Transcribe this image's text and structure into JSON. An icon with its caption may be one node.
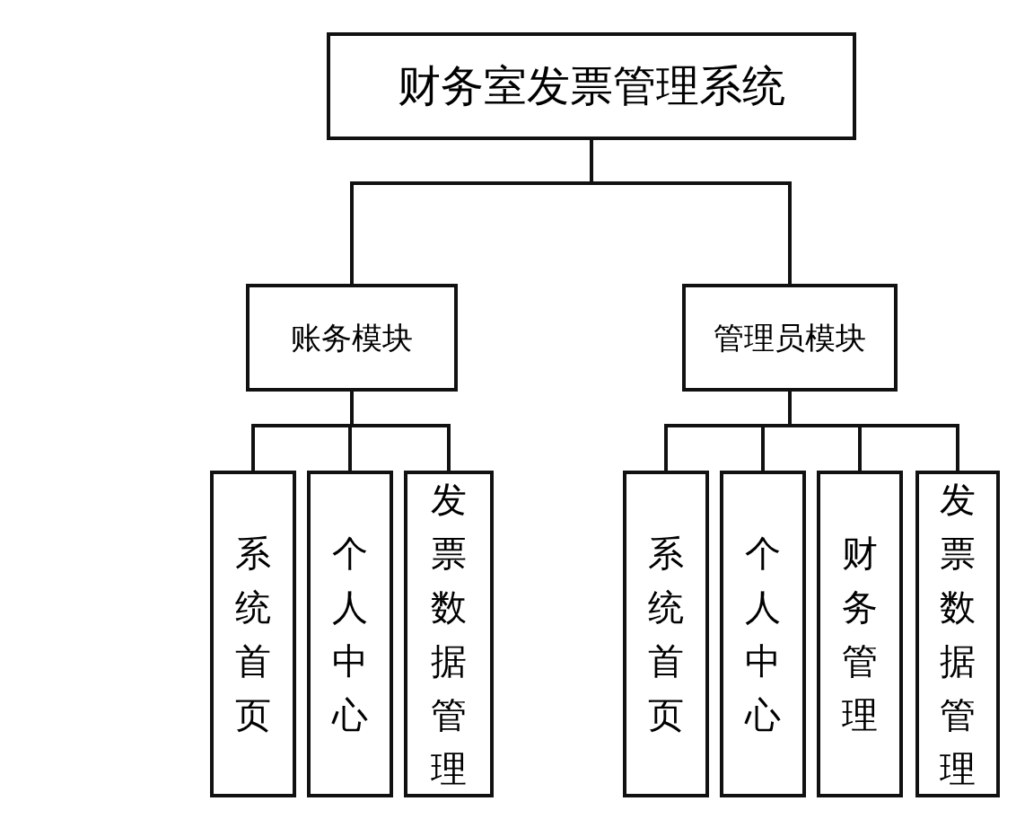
{
  "diagram": {
    "nodes": [
      {
        "text": [
          "财务室发票管理系统"
        ]
      },
      {
        "text": [
          "账务模块"
        ]
      },
      {
        "text": [
          "管理员模块"
        ]
      },
      {
        "text": [
          "系统首页"
        ]
      },
      {
        "text": [
          "个人中心"
        ]
      },
      {
        "text": [
          "发票数据管理"
        ]
      },
      {
        "text": [
          "系统首页"
        ]
      },
      {
        "text": [
          "个人中心"
        ]
      },
      {
        "text": [
          "财务管理"
        ]
      },
      {
        "text": [
          "发票数据管理"
        ]
      }
    ],
    "edges": [
      {
        "from": 0,
        "to": 1,
        "arrow": "none"
      },
      {
        "from": 0,
        "to": 2,
        "arrow": "none"
      },
      {
        "from": 1,
        "to": 3,
        "arrow": "none"
      },
      {
        "from": 1,
        "to": 4,
        "arrow": "none"
      },
      {
        "from": 1,
        "to": 5,
        "arrow": "none"
      },
      {
        "from": 2,
        "to": 6,
        "arrow": "none"
      },
      {
        "from": 2,
        "to": 7,
        "arrow": "none"
      },
      {
        "from": 2,
        "to": 8,
        "arrow": "none"
      },
      {
        "from": 2,
        "to": 9,
        "arrow": "none"
      }
    ]
  }
}
